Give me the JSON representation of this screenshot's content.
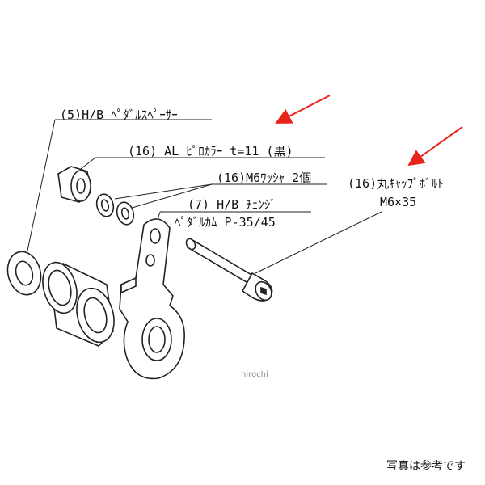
{
  "labels": {
    "pedal_spacer": "(5)H/B ﾍﾟﾀﾞﾙｽﾍﾟｰｻｰ",
    "pillow_collar": "(16) AL ﾋﾟﾛｶﾗｰ t=11 (黒)",
    "washer": "(16)M6ﾜｯｼｬ 2個",
    "change_cam_line1": "(7) H/B ﾁｪﾝｼﾞ",
    "change_cam_line2": "ﾍﾟﾀﾞﾙｶﾑ P-35/45",
    "cap_bolt_line1": "(16)丸ｷｬｯﾌﾟﾎﾞﾙﾄ",
    "cap_bolt_line2": "M6×35"
  },
  "watermark": "hirochi",
  "note": "写真は参考です",
  "colors": {
    "arrow": "#e8231c",
    "line": "#222222"
  }
}
